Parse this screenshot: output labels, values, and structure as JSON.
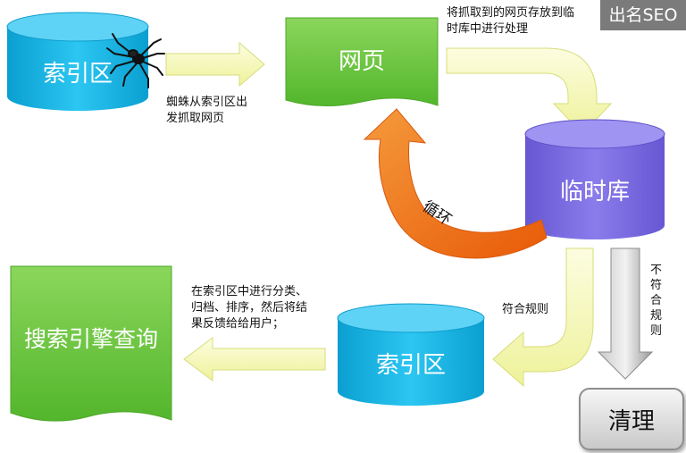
{
  "nodes": {
    "index_top": {
      "label": "索引区"
    },
    "web_page": {
      "label": "网页"
    },
    "temp_store": {
      "label": "临时库"
    },
    "index_bottom": {
      "label": "索引区"
    },
    "search_query": {
      "label": "搜索引擎查询"
    },
    "cleanup": {
      "label": "清理"
    }
  },
  "notes": {
    "spider": "蜘蛛从索引区出\n发抓取网页",
    "store": "将抓取到的网页存放到临\n时库中进行处理",
    "cycle": "循环",
    "match": "符合规则",
    "not_match": "不\n符\n合\n规\n则",
    "index_process": "在索引区中进行分类、\n归档、排序，然后将结\n果反馈给给用户；"
  },
  "watermark": "出名SEO",
  "colors": {
    "cyan": "#12b6e6",
    "green": "#6cc63f",
    "purple": "#7b6be0",
    "orange": "#ef6a10",
    "arrow_yellow": "#f7f9b9",
    "arrow_gray": "#9a9a9a"
  }
}
